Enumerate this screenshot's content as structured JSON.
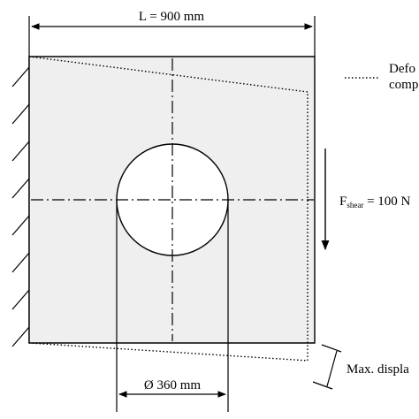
{
  "diagram": {
    "length_label": "L = 900 mm",
    "diameter_label": "Ø 360 mm",
    "force_label_prefix": "F",
    "force_label_subscript": "shear",
    "force_label_suffix": " = 100 N",
    "legend_deformed_line1": "Defo",
    "legend_deformed_line2": "comp",
    "max_displacement_label": "Max. displa"
  },
  "colors": {
    "plate_fill": "#efefef",
    "stroke": "#000000",
    "background": "#ffffff"
  }
}
